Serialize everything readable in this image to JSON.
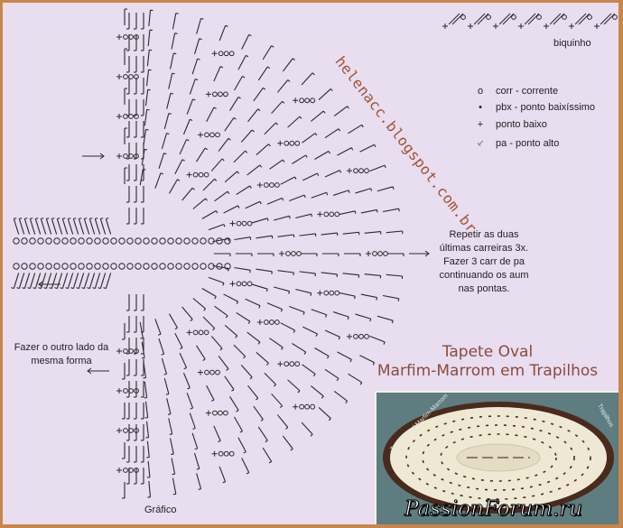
{
  "diagram": {
    "title": "Gráfico",
    "blog_url": "helenacc.blogspot.com.br",
    "edging_label": "biquinho",
    "legend": [
      {
        "symbol": "o",
        "icon": "chain-icon",
        "label": "corr - corrente"
      },
      {
        "symbol": "•",
        "icon": "slip-stitch-icon",
        "label": "pbx - ponto baixíssimo"
      },
      {
        "symbol": "+",
        "icon": "single-crochet-icon",
        "label": "ponto baixo"
      },
      {
        "symbol": "⸔",
        "icon": "double-crochet-icon",
        "label": "pa - ponto alto"
      }
    ],
    "note_right": "Repetir as duas últimas carreiras 3x. Fazer 3 carr de pa continuando os aum nas pontas.",
    "note_left": "Fazer o outro lado da mesma forma"
  },
  "product": {
    "title_line1": "Tapete Oval",
    "title_line2": "Marfim-Marrom em Trapilhos",
    "photo_label_left": "Tapete Oval Marfim-Marrom",
    "photo_label_right": "Trapilhos"
  },
  "watermark": "PassionForum.ru",
  "colors": {
    "background": "#e9ddf0",
    "frame": "#c9864a",
    "accent_brown": "#a0532d",
    "ink": "#222222"
  }
}
